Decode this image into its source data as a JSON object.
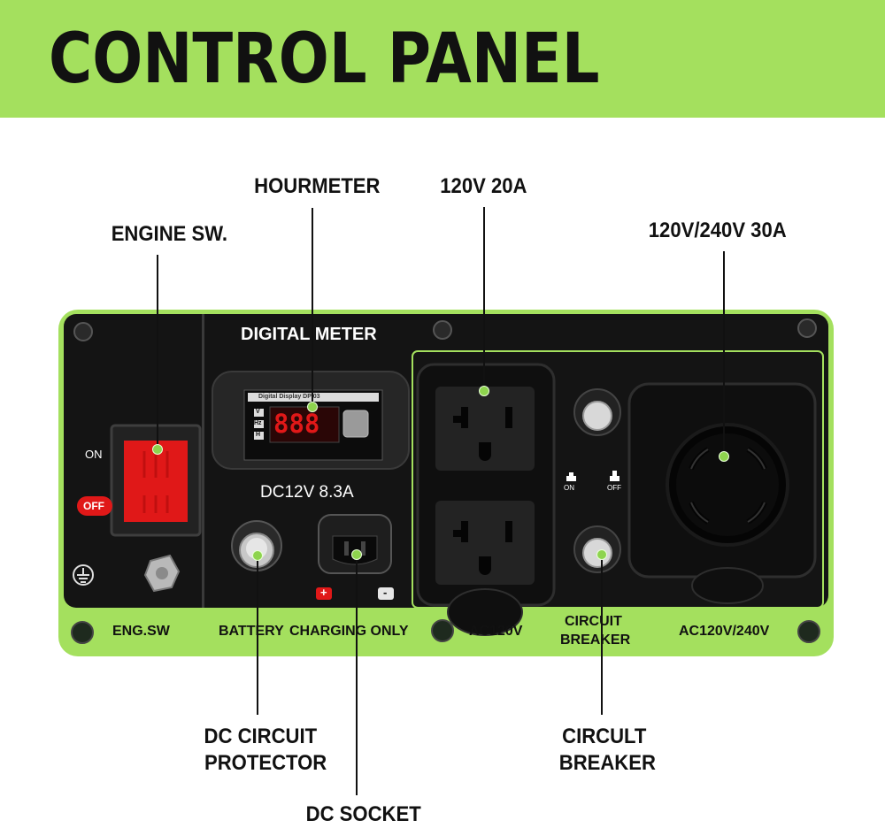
{
  "banner": {
    "title": "CONTROL PANEL",
    "color": "#a4e05e"
  },
  "callouts": {
    "engine_switch": "ENGINE SW.",
    "hourmeter": "HOURMETER",
    "outlet_120v": "120V 20A",
    "outlet_240v": "120V/240V 30A",
    "dc_protector_line1": "DC CIRCUIT",
    "dc_protector_line2": "PROTECTOR",
    "dc_socket": "DC SOCKET",
    "breaker_line1": "CIRCULT",
    "breaker_line2": "BREAKER"
  },
  "panel": {
    "digital_meter_title": "DIGITAL METER",
    "meter_caption": "Digital Display DP 03",
    "meter_readout": "888",
    "meter_modes": [
      "V",
      "Hz",
      "H"
    ],
    "dc_rating": "DC12V 8.3A",
    "switch_on": "ON",
    "switch_off": "OFF",
    "breaker_on": "ON",
    "breaker_off": "OFF",
    "polarity_plus": "+",
    "polarity_minus": "-",
    "strip_eng_sw": "ENG.SW",
    "strip_battery": "BATTERY",
    "strip_charging": "CHARGING ONLY",
    "strip_ac120": "AC120V",
    "strip_circuit": "CIRCUIT",
    "strip_breaker": "BREAKER",
    "strip_ac120_240": "AC120V/240V"
  },
  "colors": {
    "accent_green": "#a4e05e",
    "panel_black": "#141414",
    "switch_red": "#e01818",
    "dot_green": "#8ed44e"
  }
}
